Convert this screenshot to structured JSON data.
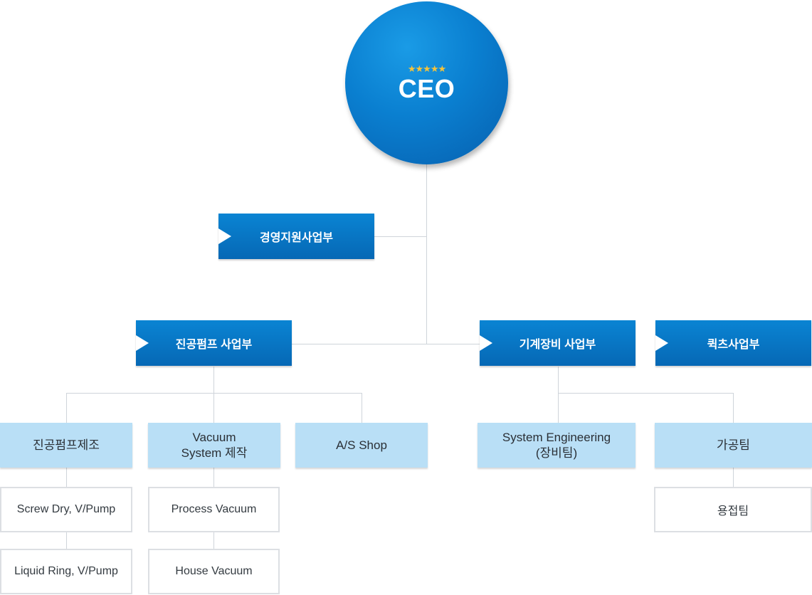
{
  "ceo": {
    "stars": "★★★★★",
    "label": "CEO"
  },
  "departments": [
    {
      "label": "경영지원사업부"
    },
    {
      "label": "진공펌프 사업부"
    },
    {
      "label": "기계장비 사업부"
    },
    {
      "label": "퀵츠사업부"
    }
  ],
  "teams": [
    {
      "label": "진공펌프제조"
    },
    {
      "label_line1": "Vacuum",
      "label_line2": "System 제작"
    },
    {
      "label": "A/S Shop"
    },
    {
      "label_line1": "System Engineering",
      "label_line2": "(장비팀)"
    },
    {
      "label": "가공팀"
    }
  ],
  "sub_units": [
    {
      "label": "Screw Dry, V/Pump"
    },
    {
      "label": "Liquid Ring, V/Pump"
    },
    {
      "label": "Process Vacuum"
    },
    {
      "label": "House Vacuum"
    },
    {
      "label": "용접팀"
    }
  ],
  "colors": {
    "primary_blue": "#0a7fd0",
    "team_bg": "#b9dff6",
    "star_gold": "#f5c33b",
    "connector_gray": "#cfd4da"
  }
}
